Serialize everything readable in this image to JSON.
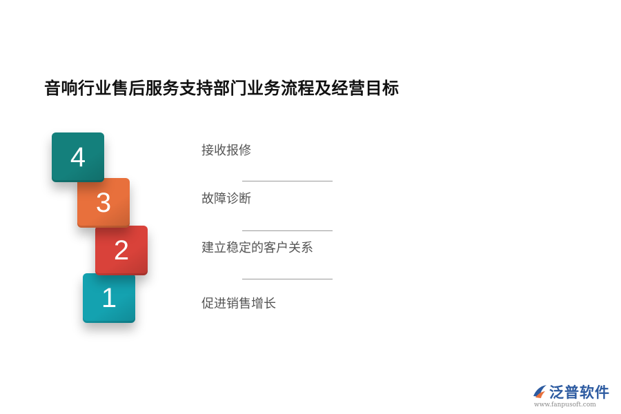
{
  "title": "音响行业售后服务支持部门业务流程及经营目标",
  "tiles": [
    {
      "number": "4",
      "color": "#14807c"
    },
    {
      "number": "3",
      "color": "#e8703c"
    },
    {
      "number": "2",
      "color": "#d9423a"
    },
    {
      "number": "1",
      "color": "#14a2b0"
    }
  ],
  "steps": [
    {
      "label": "接收报修"
    },
    {
      "label": "故障诊断"
    },
    {
      "label": "建立稳定的客户关系"
    },
    {
      "label": "促进销售增长"
    }
  ],
  "logo": {
    "name": "泛普软件",
    "url": "www.fanpusoft.com",
    "colors": {
      "primary": "#2c5aa0",
      "accent": "#e8703c"
    }
  }
}
